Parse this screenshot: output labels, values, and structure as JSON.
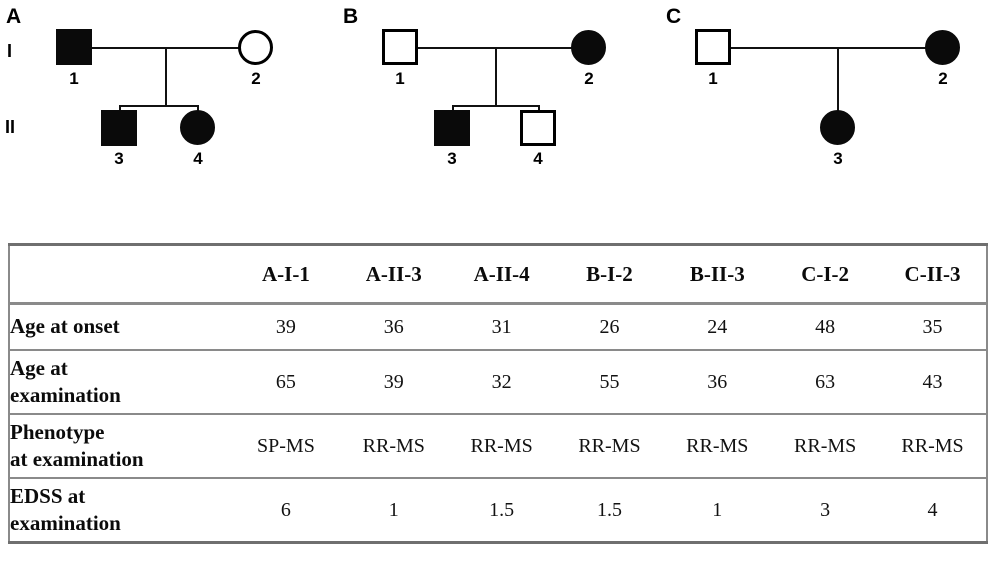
{
  "figure": {
    "generation_labels": [
      "I",
      "II"
    ],
    "pedigrees": [
      {
        "letter": "A",
        "members": [
          {
            "id": "1",
            "sex": "male",
            "shape": "square",
            "affected": true,
            "generation": "I"
          },
          {
            "id": "2",
            "sex": "female",
            "shape": "circle",
            "affected": false,
            "generation": "I"
          },
          {
            "id": "3",
            "sex": "male",
            "shape": "square",
            "affected": true,
            "generation": "II"
          },
          {
            "id": "4",
            "sex": "female",
            "shape": "circle",
            "affected": true,
            "generation": "II"
          }
        ]
      },
      {
        "letter": "B",
        "members": [
          {
            "id": "1",
            "sex": "male",
            "shape": "square",
            "affected": false,
            "generation": "I"
          },
          {
            "id": "2",
            "sex": "female",
            "shape": "circle",
            "affected": true,
            "generation": "I"
          },
          {
            "id": "3",
            "sex": "male",
            "shape": "square",
            "affected": true,
            "generation": "II"
          },
          {
            "id": "4",
            "sex": "male",
            "shape": "square",
            "affected": false,
            "generation": "II"
          }
        ]
      },
      {
        "letter": "C",
        "members": [
          {
            "id": "1",
            "sex": "male",
            "shape": "square",
            "affected": false,
            "generation": "I"
          },
          {
            "id": "2",
            "sex": "female",
            "shape": "circle",
            "affected": true,
            "generation": "I"
          },
          {
            "id": "3",
            "sex": "female",
            "shape": "circle",
            "affected": true,
            "generation": "II"
          }
        ]
      }
    ]
  },
  "table": {
    "row_label_header": "",
    "columns": [
      "A-I-1",
      "A-II-3",
      "A-II-4",
      "B-I-2",
      "B-II-3",
      "C-I-2",
      "C-II-3"
    ],
    "rows": [
      {
        "label_lines": [
          "Age at onset"
        ],
        "values": [
          "39",
          "36",
          "31",
          "26",
          "24",
          "48",
          "35"
        ]
      },
      {
        "label_lines": [
          "Age at",
          "examination"
        ],
        "values": [
          "65",
          "39",
          "32",
          "55",
          "36",
          "63",
          "43"
        ]
      },
      {
        "label_lines": [
          "Phenotype",
          "at examination"
        ],
        "values": [
          "SP-MS",
          "RR-MS",
          "RR-MS",
          "RR-MS",
          "RR-MS",
          "RR-MS",
          "RR-MS"
        ]
      },
      {
        "label_lines": [
          "EDSS at",
          "examination"
        ],
        "values": [
          "6",
          "1",
          "1.5",
          "1.5",
          "1",
          "3",
          "4"
        ]
      }
    ]
  },
  "colors": {
    "affected_fill": "#0a0a0a",
    "unaffected_fill": "#ffffff",
    "stroke": "#111111",
    "table_border": "#8a8a8a",
    "background": "#ffffff"
  }
}
